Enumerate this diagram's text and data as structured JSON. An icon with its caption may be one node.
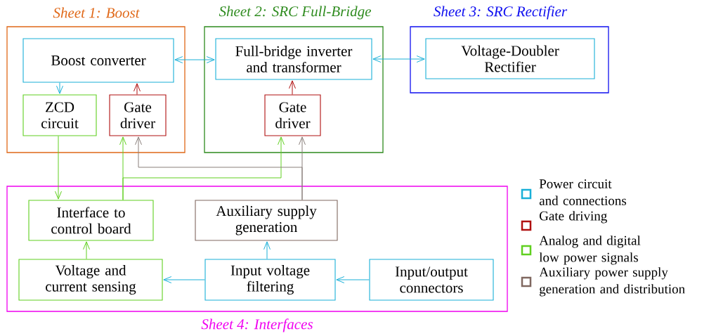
{
  "diagram": {
    "nodes": [
      {
        "text": [
          "Sheet 1: Boost"
        ]
      },
      {
        "text": [
          "Boost converter"
        ],
        "in": 0
      },
      {
        "text": [
          "ZCD circuit"
        ],
        "in": 0
      },
      {
        "text": [
          "Gate driver"
        ],
        "in": 0
      },
      {
        "text": [
          "Sheet 2: SRC Full-Bridge"
        ]
      },
      {
        "text": [
          "Full-bridge inverter and transformer"
        ],
        "in": 4
      },
      {
        "text": [
          "Gate driver"
        ],
        "in": 4
      },
      {
        "text": [
          "Sheet 3: SRC Rectifier"
        ]
      },
      {
        "text": [
          "Voltage-Doubler Rectifier"
        ],
        "in": 7
      },
      {
        "text": [
          "Sheet 4: Interfaces"
        ]
      },
      {
        "text": [
          "Interface to control board"
        ],
        "in": 9
      },
      {
        "text": [
          "Auxiliary supply generation"
        ],
        "in": 9
      },
      {
        "text": [
          "Voltage and current sensing"
        ],
        "in": 9
      },
      {
        "text": [
          "Input voltage filtering"
        ],
        "in": 9
      },
      {
        "text": [
          "Input/output connectors"
        ],
        "in": 9
      }
    ],
    "edges": [
      {
        "from": 1,
        "to": 5,
        "arrow": "both"
      },
      {
        "from": 5,
        "to": 8,
        "arrow": "both"
      },
      {
        "from": 1,
        "to": 2,
        "arrow": "to"
      },
      {
        "from": 3,
        "to": 1,
        "arrow": "to",
        "color": "#b01010"
      },
      {
        "from": 6,
        "to": 5,
        "arrow": "to",
        "color": "#b01010"
      },
      {
        "from": 2,
        "to": 10,
        "arrow": "to",
        "color": "#60d020"
      },
      {
        "from": 10,
        "to": 3,
        "arrow": "to",
        "color": "#60d020"
      },
      {
        "from": 10,
        "to": 6,
        "arrow": "to",
        "color": "#60d020"
      },
      {
        "from": 11,
        "to": 6,
        "arrow": "to",
        "color": "#8a7f7a"
      },
      {
        "from": 11,
        "to": 3,
        "arrow": "to",
        "color": "#8a7f7a"
      },
      {
        "from": 12,
        "to": 10,
        "arrow": "to",
        "color": "#60d020"
      },
      {
        "from": 13,
        "to": 11,
        "arrow": "to"
      },
      {
        "from": 13,
        "to": 12,
        "arrow": "to"
      },
      {
        "from": 14,
        "to": 13,
        "arrow": "to"
      }
    ],
    "legend": [
      {
        "text": "Power circuit and connections",
        "color": "#1ab0d8"
      },
      {
        "text": "Gate driving",
        "color": "#b01010"
      },
      {
        "text": "Analog and digital low power signals",
        "color": "#60d020"
      },
      {
        "text": "Auxiliary power supply generation and distribution",
        "color": "#806860"
      }
    ]
  }
}
